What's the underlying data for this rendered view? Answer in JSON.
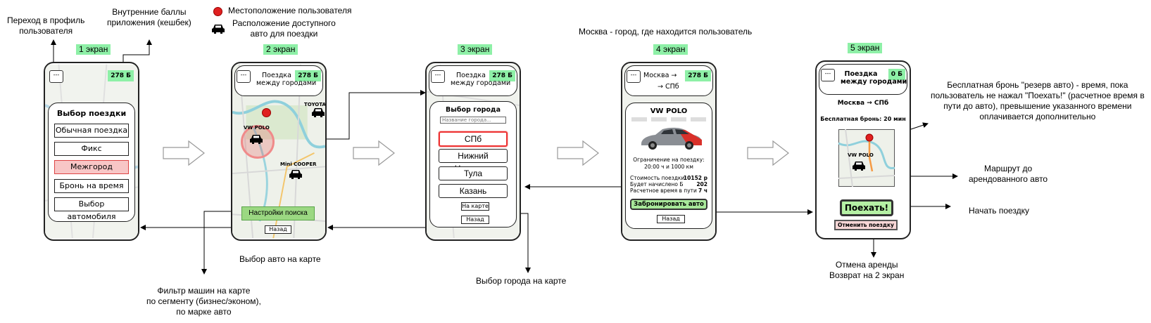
{
  "legend": {
    "user_location": "Местоположение пользователя",
    "available_car": "Расположение доступного\nавто для поездки"
  },
  "annotations": {
    "profile": "Переход в профиль\nпользователя",
    "points": "Внутренние баллы\nприложения (кешбек)",
    "moscow_note": "Москва - город, где находится пользователь",
    "select_car_on_map": "Выбор авто на карте",
    "filter": "Фильтр машин на карте\nпо сегменту (бизнес/эконом),\nпо марке авто",
    "select_city_on_map": "Выбор города на карте",
    "free_booking": "Бесплатная бронь \"резерв авто) - время, пока\nпользователь не нажал \"Поехать!\" (расчетное время в\nпути до авто), превышение указанного времени\nоплачивается дополнительно",
    "route": "Маршрут до\nарендованного авто",
    "start_trip": "Начать поездку",
    "cancel_rent": "Отмена аренды\nВозврат на 2 экран"
  },
  "screens": {
    "s1": {
      "label": "1 экран",
      "menu": "---",
      "points": "278 Б",
      "title": "Выбор поездки",
      "options": [
        "Обычная поездка",
        "Фикс",
        "Межгород",
        "Бронь на время",
        "Выбор автомобиля"
      ]
    },
    "s2": {
      "label": "2 экран",
      "menu": "---",
      "points": "278 Б",
      "header": "Поездка\nмежду городами",
      "cars": [
        "VW POLO",
        "TOYOTA",
        "Mini COOPER"
      ],
      "search_settings": "Настройки поиска",
      "back": "Назад"
    },
    "s3": {
      "label": "3 экран",
      "menu": "---",
      "points": "278 Б",
      "header": "Поездка\nмежду городами",
      "title": "Выбор города",
      "search_placeholder": "Название города...",
      "cities": [
        "СПб",
        "Нижний Новгород",
        "Тула",
        "Казань"
      ],
      "on_map": "На карте",
      "back": "Назад"
    },
    "s4": {
      "label": "4 экран",
      "menu": "---",
      "points": "278 Б",
      "route_from": "Москва →",
      "route_to": "→ СПб",
      "car_title": "VW POLO",
      "limit_label": "Ограничение на поездку:",
      "limit_value": "20:00 ч и 1000 км",
      "rows": [
        {
          "label": "Стоимость поездки",
          "value": "10152 р"
        },
        {
          "label": "Будет начислено Б",
          "value": "202"
        },
        {
          "label": "Расчетное время в пути",
          "value": "7 ч"
        }
      ],
      "book": "Забронировать авто",
      "back": "Назад"
    },
    "s5": {
      "label": "5 экран",
      "menu": "---",
      "points": "0 Б",
      "header": "Поездка\nмежду городами",
      "route": "Москва → СПб",
      "free_booking": "Бесплатная бронь: 20 мин",
      "car": "VW POLO",
      "go": "Поехать!",
      "cancel": "Отменить поездку"
    }
  },
  "colors": {
    "accent_green": "#8ef0a7",
    "selected_red": "#f8c6c6",
    "user_dot": "#e02020"
  }
}
